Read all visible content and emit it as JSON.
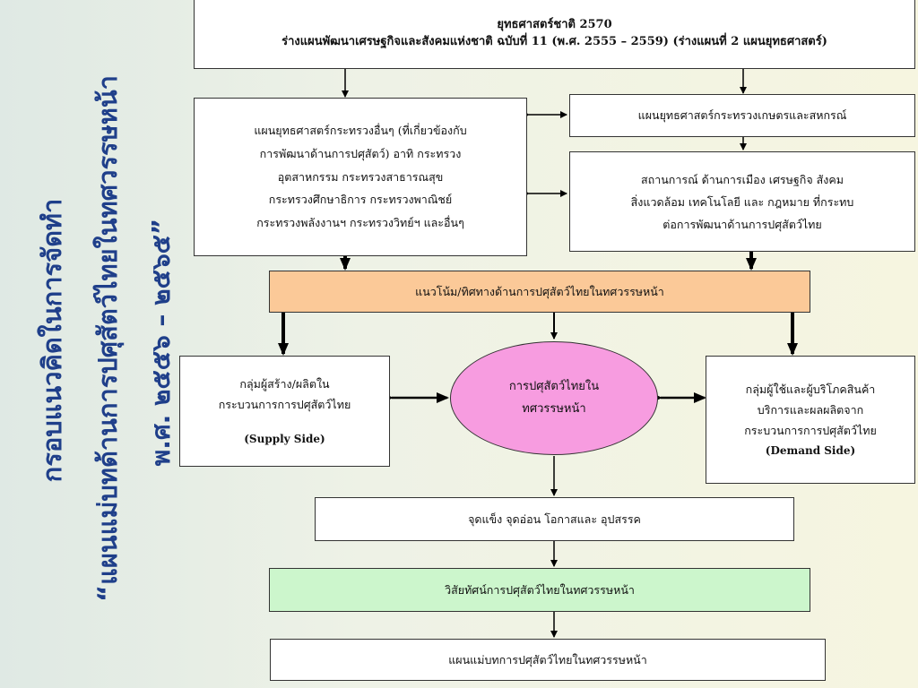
{
  "sidebar": {
    "line1": "กรอบแนวคิดในการจัดทำ",
    "line2": "“แผนแม่บทด้านการปศุสัตว์ไทยในทศวรรษหน้า",
    "line3": "พ.ศ. ๒๕๕๖ – ๒๕๖๕”"
  },
  "top_box": {
    "line1": "ยุทธศาสตร์ชาติ 2570",
    "line2": "ร่างแผนพัฒนาเศรษฐกิจและสังคมแห่งชาติ ฉบับที่ 11 (พ.ศ. 2555 – 2559) (ร่างแผนที่ 2 แผนยุทธศาสตร์)"
  },
  "other_ministries": [
    "แผนยุทธศาสตร์กระทรวงอื่นๆ  (ที่เกี่ยวข้องกับ",
    "การพัฒนาด้านการปศุสัตว์) อาทิ กระทรวง",
    "อุตสาหกรรม  กระทรวงสาธารณสุข",
    "กระทรวงศึกษาธิการ กระทรวงพาณิชย์",
    "กระทรวงพลังงานฯ กระทรวงวิทย์ฯ และอื่นๆ"
  ],
  "agri_ministry": "แผนยุทธศาสตร์กระทรวงเกษตรและสหกรณ์",
  "situation": [
    "สถานการณ์ ด้านการเมือง เศรษฐกิจ สังคม",
    "สิ่งแวดล้อม เทคโนโลยี และ กฎหมาย ที่กระทบ",
    "ต่อการพัฒนาด้านการปศุสัตว์ไทย"
  ],
  "trend": "แนวโน้ม/ทิศทางด้านการปศุสัตว์ไทยในทศวรรษหน้า",
  "supply": {
    "line1": "กลุ่มผู้สร้าง/ผลิตใน",
    "line2": "กระบวนการการปศุสัตว์ไทย",
    "en": "(Supply Side)"
  },
  "center": {
    "line1": "การปศุสัตว์ไทยใน",
    "line2": "ทศวรรษหน้า"
  },
  "demand": {
    "line1": "กลุ่มผู้ใช้และผู้บริโภคสินค้า",
    "line2": "บริการและผลผลิตจาก",
    "line3": "กระบวนการการปศุสัตว์ไทย",
    "en": "(Demand Side)"
  },
  "swot": "จุดแข็ง จุดอ่อน โอกาสและ อุปสรรค",
  "vision": "วิสัยทัศน์การปศุสัตว์ไทยในทศวรรษหน้า",
  "master_plan": "แผนแม่บทการปศุสัตว์ไทยในทศวรรษหน้า"
}
